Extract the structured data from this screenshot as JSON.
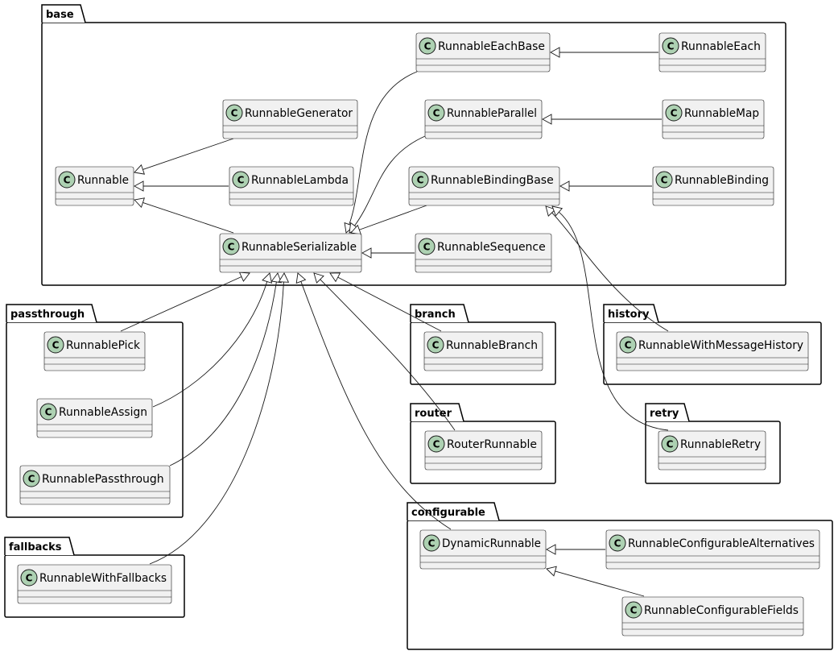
{
  "packages": [
    {
      "id": "base",
      "name": "base"
    },
    {
      "id": "passthrough",
      "name": "passthrough"
    },
    {
      "id": "fallbacks",
      "name": "fallbacks"
    },
    {
      "id": "branch",
      "name": "branch"
    },
    {
      "id": "router",
      "name": "router"
    },
    {
      "id": "configurable",
      "name": "configurable"
    },
    {
      "id": "history",
      "name": "history"
    },
    {
      "id": "retry",
      "name": "retry"
    }
  ],
  "classes": [
    {
      "id": "RunnableEachBase",
      "name": "RunnableEachBase",
      "package": "base",
      "stereotype": "C"
    },
    {
      "id": "RunnableEach",
      "name": "RunnableEach",
      "package": "base",
      "stereotype": "C"
    },
    {
      "id": "RunnableGenerator",
      "name": "RunnableGenerator",
      "package": "base",
      "stereotype": "C"
    },
    {
      "id": "RunnableParallel",
      "name": "RunnableParallel",
      "package": "base",
      "stereotype": "C"
    },
    {
      "id": "RunnableMap",
      "name": "RunnableMap",
      "package": "base",
      "stereotype": "C"
    },
    {
      "id": "Runnable",
      "name": "Runnable",
      "package": "base",
      "stereotype": "C"
    },
    {
      "id": "RunnableLambda",
      "name": "RunnableLambda",
      "package": "base",
      "stereotype": "C"
    },
    {
      "id": "RunnableBindingBase",
      "name": "RunnableBindingBase",
      "package": "base",
      "stereotype": "C"
    },
    {
      "id": "RunnableBinding",
      "name": "RunnableBinding",
      "package": "base",
      "stereotype": "C"
    },
    {
      "id": "RunnableSerializable",
      "name": "RunnableSerializable",
      "package": "base",
      "stereotype": "C"
    },
    {
      "id": "RunnableSequence",
      "name": "RunnableSequence",
      "package": "base",
      "stereotype": "C"
    },
    {
      "id": "RunnablePick",
      "name": "RunnablePick",
      "package": "passthrough",
      "stereotype": "C"
    },
    {
      "id": "RunnableAssign",
      "name": "RunnableAssign",
      "package": "passthrough",
      "stereotype": "C"
    },
    {
      "id": "RunnablePassthrough",
      "name": "RunnablePassthrough",
      "package": "passthrough",
      "stereotype": "C"
    },
    {
      "id": "RunnableWithFallbacks",
      "name": "RunnableWithFallbacks",
      "package": "fallbacks",
      "stereotype": "C"
    },
    {
      "id": "RunnableBranch",
      "name": "RunnableBranch",
      "package": "branch",
      "stereotype": "C"
    },
    {
      "id": "RouterRunnable",
      "name": "RouterRunnable",
      "package": "router",
      "stereotype": "C"
    },
    {
      "id": "DynamicRunnable",
      "name": "DynamicRunnable",
      "package": "configurable",
      "stereotype": "C"
    },
    {
      "id": "RunnableConfigurableAlternatives",
      "name": "RunnableConfigurableAlternatives",
      "package": "configurable",
      "stereotype": "C"
    },
    {
      "id": "RunnableConfigurableFields",
      "name": "RunnableConfigurableFields",
      "package": "configurable",
      "stereotype": "C"
    },
    {
      "id": "RunnableWithMessageHistory",
      "name": "RunnableWithMessageHistory",
      "package": "history",
      "stereotype": "C"
    },
    {
      "id": "RunnableRetry",
      "name": "RunnableRetry",
      "package": "retry",
      "stereotype": "C"
    }
  ],
  "inheritance": [
    {
      "child": "RunnableEach",
      "parent": "RunnableEachBase"
    },
    {
      "child": "RunnableMap",
      "parent": "RunnableParallel"
    },
    {
      "child": "RunnableBinding",
      "parent": "RunnableBindingBase"
    },
    {
      "child": "RunnableGenerator",
      "parent": "Runnable"
    },
    {
      "child": "RunnableLambda",
      "parent": "Runnable"
    },
    {
      "child": "RunnableSerializable",
      "parent": "Runnable"
    },
    {
      "child": "RunnableSequence",
      "parent": "RunnableSerializable"
    },
    {
      "child": "RunnableEachBase",
      "parent": "RunnableSerializable"
    },
    {
      "child": "RunnableParallel",
      "parent": "RunnableSerializable"
    },
    {
      "child": "RunnableBindingBase",
      "parent": "RunnableSerializable"
    },
    {
      "child": "RunnablePick",
      "parent": "RunnableSerializable"
    },
    {
      "child": "RunnableAssign",
      "parent": "RunnableSerializable"
    },
    {
      "child": "RunnablePassthrough",
      "parent": "RunnableSerializable"
    },
    {
      "child": "RunnableWithFallbacks",
      "parent": "RunnableSerializable"
    },
    {
      "child": "RunnableBranch",
      "parent": "RunnableSerializable"
    },
    {
      "child": "RouterRunnable",
      "parent": "RunnableSerializable"
    },
    {
      "child": "DynamicRunnable",
      "parent": "RunnableSerializable"
    },
    {
      "child": "RunnableConfigurableAlternatives",
      "parent": "DynamicRunnable"
    },
    {
      "child": "RunnableConfigurableFields",
      "parent": "DynamicRunnable"
    },
    {
      "child": "RunnableWithMessageHistory",
      "parent": "RunnableBindingBase"
    },
    {
      "child": "RunnableRetry",
      "parent": "RunnableBindingBase"
    }
  ],
  "colors": {
    "class_fill": "#f1f1f1",
    "class_border": "#181818",
    "circle_fill": "#add1b2",
    "package_border": "#000000",
    "line": "#181818"
  }
}
